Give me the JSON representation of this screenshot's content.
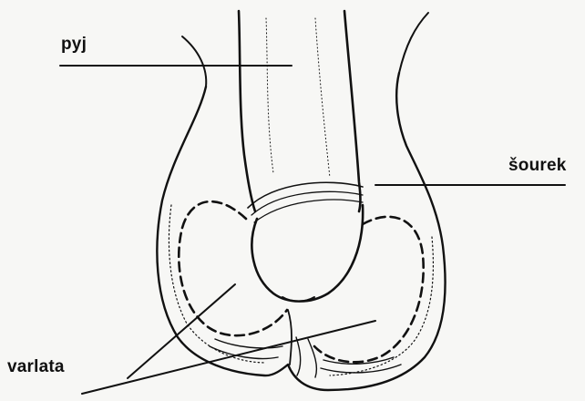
{
  "diagram": {
    "labels": {
      "penis": "pyj",
      "scrotum": "šourek",
      "testes": "varlata"
    },
    "colors": {
      "ink": "#111111",
      "background": "#f7f7f5"
    }
  }
}
